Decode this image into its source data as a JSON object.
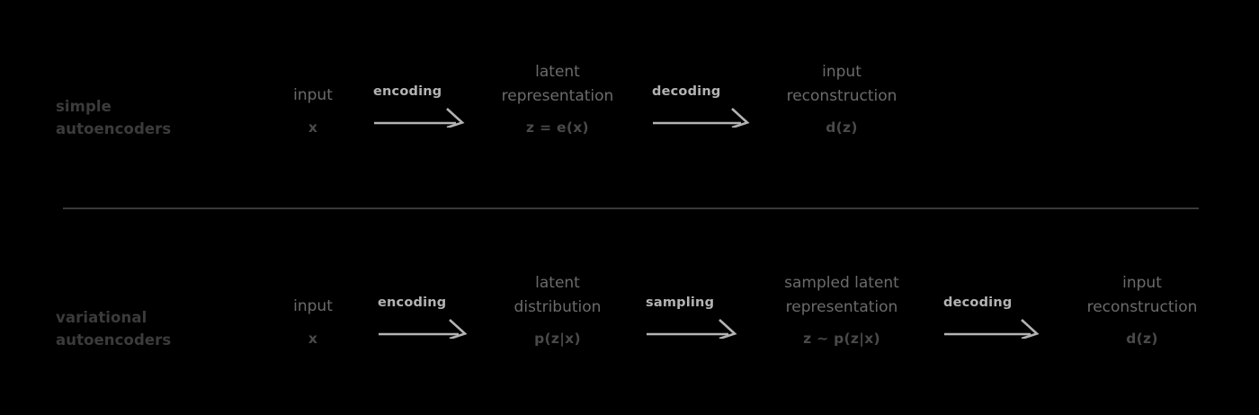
{
  "figure": {
    "background_color": "#000000",
    "title_color": "#6b6b6b",
    "formula_color": "#4a4a4a",
    "label_color": "#3b3b3b",
    "arrow_color": "#b3b3b3",
    "divider_color": "#3a3a3a"
  },
  "rows": [
    {
      "label_line1": "simple",
      "label_line2": "autoencoders",
      "stages": [
        {
          "title_line1": "input",
          "title_line2": "",
          "formula": "x"
        },
        {
          "title_line1": "latent",
          "title_line2": "representation",
          "formula": "z = e(x)"
        },
        {
          "title_line1": "input",
          "title_line2": "reconstruction",
          "formula": "d(z)"
        }
      ],
      "arrows": [
        {
          "label": "encoding"
        },
        {
          "label": "decoding"
        }
      ]
    },
    {
      "label_line1": "variational",
      "label_line2": "autoencoders",
      "stages": [
        {
          "title_line1": "input",
          "title_line2": "",
          "formula": "x"
        },
        {
          "title_line1": "latent",
          "title_line2": "distribution",
          "formula": "p(z|x)"
        },
        {
          "title_line1": "sampled latent",
          "title_line2": "representation",
          "formula": "z ~ p(z|x)"
        },
        {
          "title_line1": "input",
          "title_line2": "reconstruction",
          "formula": "d(z)"
        }
      ],
      "arrows": [
        {
          "label": "encoding"
        },
        {
          "label": "sampling"
        },
        {
          "label": "decoding"
        }
      ]
    }
  ]
}
